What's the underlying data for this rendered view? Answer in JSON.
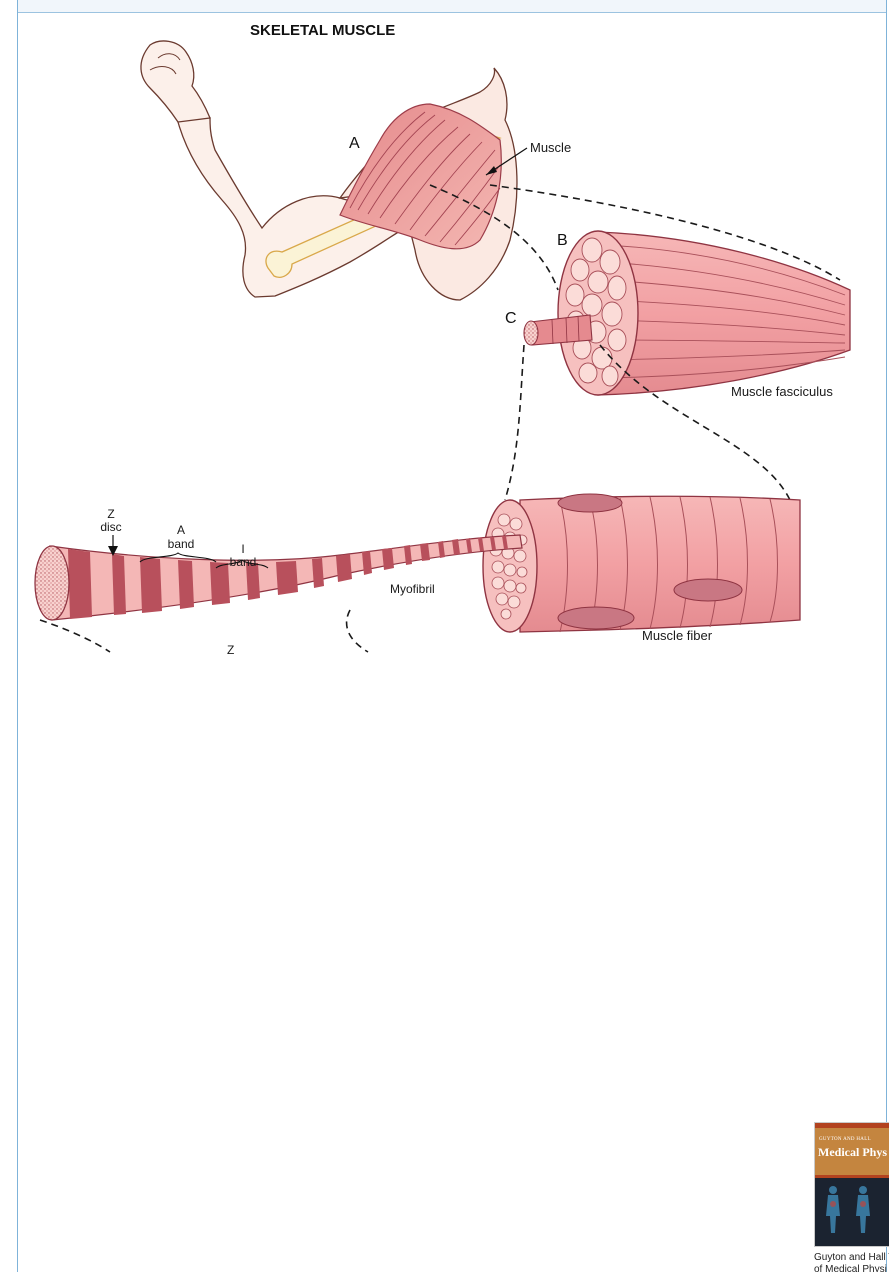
{
  "figure": {
    "title": "SKELETAL MUSCLE",
    "letters": {
      "a": "A",
      "b": "B",
      "c": "C"
    },
    "labels": {
      "muscle": "Muscle",
      "fasciculus": "Muscle fasciculus",
      "fiber": "Muscle fiber",
      "myofibril": "Myofibril",
      "z_disc_line1": "Z",
      "z_disc_line2": "disc",
      "a_band_line1": "A",
      "a_band_line2": "band",
      "i_band_line1": "I",
      "i_band_line2": "band"
    },
    "partial_label": "Z"
  },
  "book": {
    "cover_subtitle": "GUYTON AND HALL",
    "cover_title": "Medical Phys",
    "caption_line1": "Guyton and Hall T",
    "caption_line2": "of Medical Physi",
    "icon": "book-cover-icon"
  },
  "colors": {
    "muscle": "#ef9a9a",
    "muscle_dark": "#b5525f",
    "band_dark": "#b8505c",
    "frame": "#7fb3d9"
  }
}
